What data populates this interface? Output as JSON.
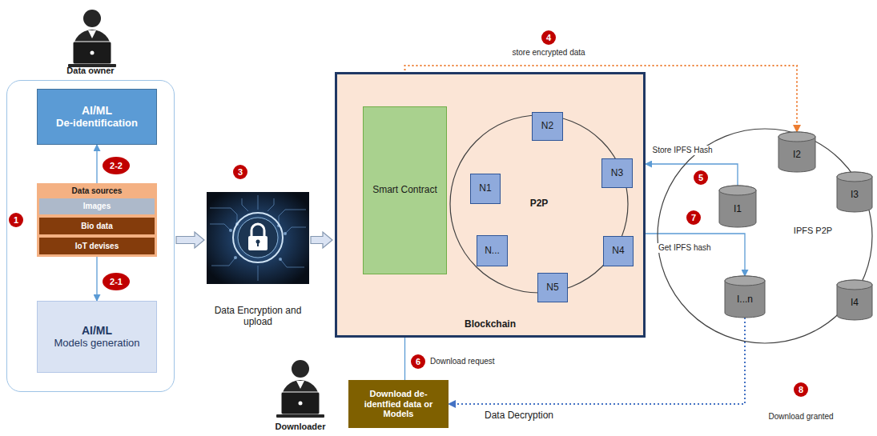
{
  "diagram": {
    "nodes": [
      {
        "text": [
          "Data owner"
        ]
      },
      {
        "text": [
          "AI/ML",
          "De-identification"
        ],
        "in": 0
      },
      {
        "text": [
          "Data sources"
        ],
        "in": 0
      },
      {
        "text": [
          "Images"
        ],
        "in": 2
      },
      {
        "text": [
          "Bio data"
        ],
        "in": 2
      },
      {
        "text": [
          "IoT devises"
        ],
        "in": 2
      },
      {
        "text": [
          "AI/ML",
          "Models generation"
        ],
        "in": 0
      },
      {
        "text": [
          "Data Encryption and upload"
        ]
      },
      {
        "text": [
          "Blockchain"
        ]
      },
      {
        "text": [
          "Smart Contract"
        ],
        "in": 8
      },
      {
        "text": [
          "P2P"
        ],
        "in": 8
      },
      {
        "text": [
          "N1"
        ],
        "in": 10
      },
      {
        "text": [
          "N2"
        ],
        "in": 10
      },
      {
        "text": [
          "N3"
        ],
        "in": 10
      },
      {
        "text": [
          "N4"
        ],
        "in": 10
      },
      {
        "text": [
          "N5"
        ],
        "in": 10
      },
      {
        "text": [
          "N..."
        ],
        "in": 10
      },
      {
        "text": [
          "IPFS P2P"
        ]
      },
      {
        "text": [
          "I1"
        ],
        "in": 17
      },
      {
        "text": [
          "I2"
        ],
        "in": 17
      },
      {
        "text": [
          "I3"
        ],
        "in": 17
      },
      {
        "text": [
          "I4"
        ],
        "in": 17
      },
      {
        "text": [
          "I...n"
        ],
        "in": 17
      },
      {
        "text": [
          "Download de-identfied data or Models"
        ]
      }
    ],
    "edges": [
      {
        "from": 2,
        "to": 1,
        "arrow": "to"
      },
      {
        "from": 2,
        "to": 6,
        "arrow": "to"
      },
      {
        "from": 0,
        "to": 7,
        "arrow": "to"
      },
      {
        "from": 7,
        "to": 8,
        "arrow": "to"
      },
      {
        "from": 9,
        "to": 19,
        "label": "store encrypted data",
        "arrow": "to"
      },
      {
        "from": 18,
        "to": 8,
        "label": "Store IPFS Hash",
        "arrow": "to"
      },
      {
        "from": 8,
        "to": 22,
        "label": "Get IPFS hash",
        "arrow": "to"
      },
      {
        "from": 23,
        "to": 9,
        "label": "Download request",
        "arrow": "to"
      },
      {
        "from": 22,
        "to": 23,
        "label": "Download granted",
        "arrow": "to"
      }
    ],
    "labels": [
      "1",
      "2-2",
      "2-1",
      "3",
      "4",
      "5",
      "6",
      "7",
      "8",
      "Downloader",
      "Data Decryption"
    ]
  }
}
